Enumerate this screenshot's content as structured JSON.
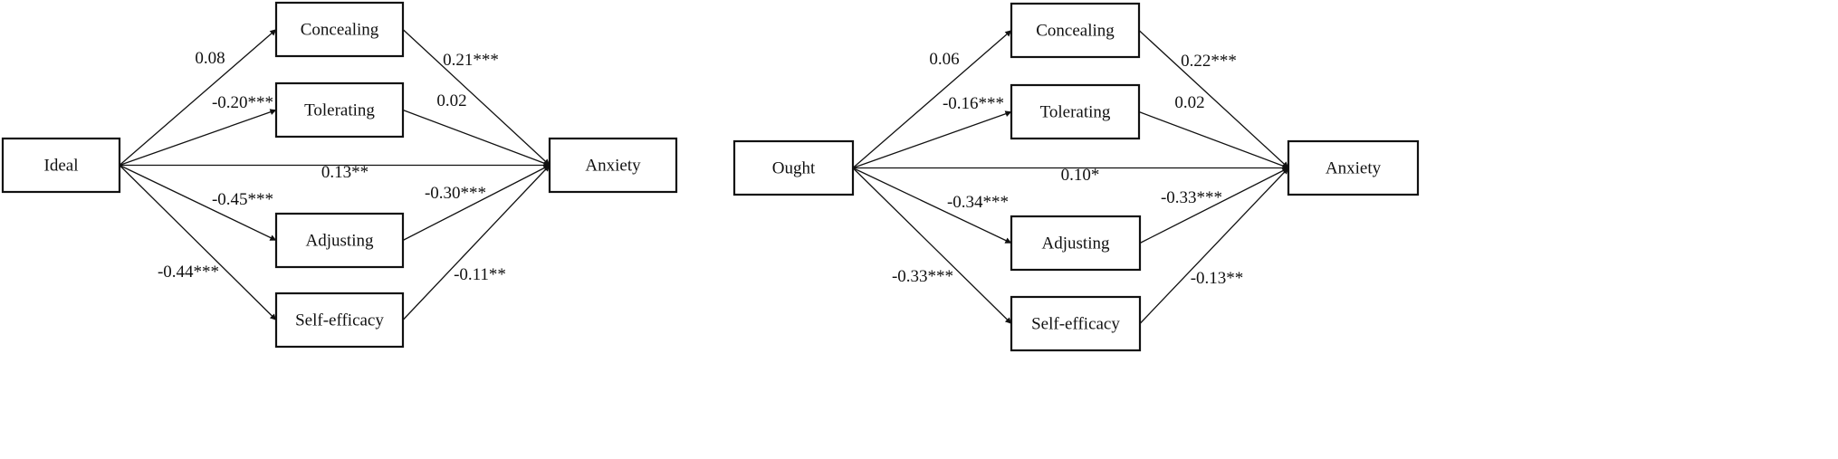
{
  "diagrams": [
    {
      "nodes": {
        "source": "Ideal",
        "concealing": "Concealing",
        "tolerating": "Tolerating",
        "adjusting": "Adjusting",
        "selfefficacy": "Self-efficacy",
        "anxiety": "Anxiety"
      },
      "paths": {
        "source_concealing": "0.08",
        "source_tolerating": "-0.20***",
        "source_anxiety": "0.13**",
        "source_adjusting": "-0.45***",
        "source_selfefficacy": "-0.44***",
        "concealing_anxiety": "0.21***",
        "tolerating_anxiety": "0.02",
        "adjusting_anxiety": "-0.30***",
        "selfefficacy_anxiety": "-0.11**"
      }
    },
    {
      "nodes": {
        "source": "Ought",
        "concealing": "Concealing",
        "tolerating": "Tolerating",
        "adjusting": "Adjusting",
        "selfefficacy": "Self-efficacy",
        "anxiety": "Anxiety"
      },
      "paths": {
        "source_concealing": "0.06",
        "source_tolerating": "-0.16***",
        "source_anxiety": "0.10*",
        "source_adjusting": "-0.34***",
        "source_selfefficacy": "-0.33***",
        "concealing_anxiety": "0.22***",
        "tolerating_anxiety": "0.02",
        "adjusting_anxiety": "-0.33***",
        "selfefficacy_anxiety": "-0.13**"
      }
    }
  ]
}
